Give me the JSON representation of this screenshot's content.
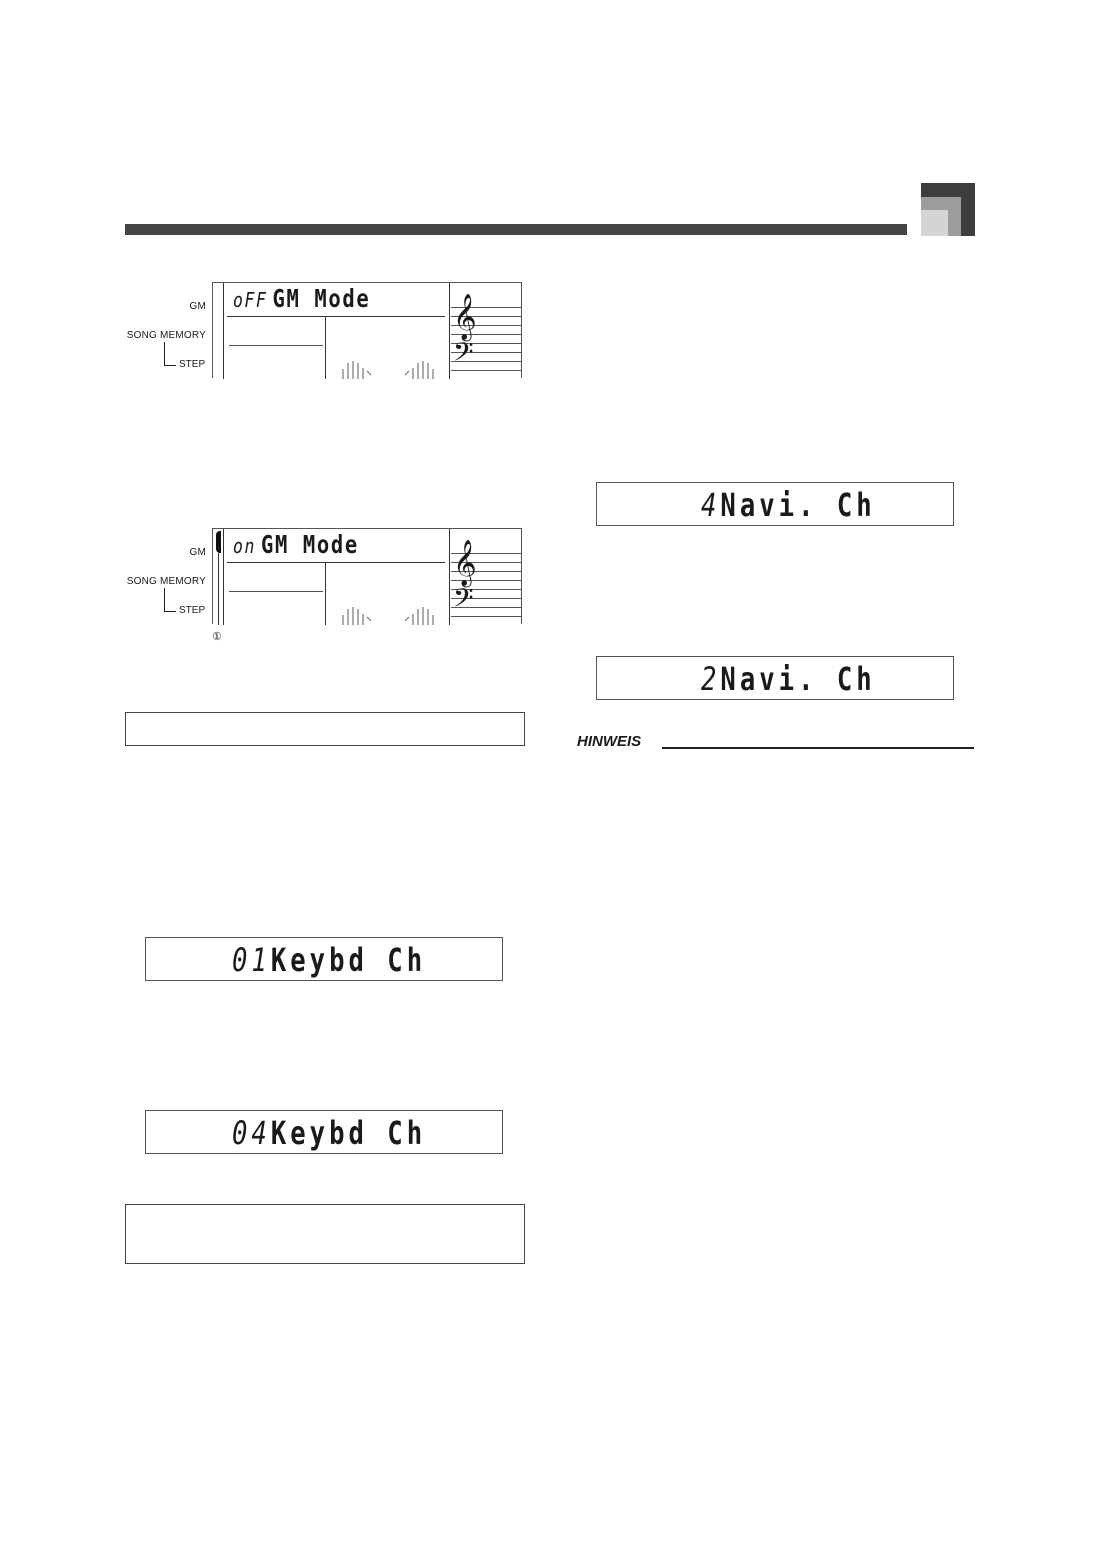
{
  "lcd_labels": {
    "gm": "GM",
    "song_memory": "SONG MEMORY",
    "step": "STEP"
  },
  "display_gm_off": {
    "value": "oFF",
    "text": "GM Mode"
  },
  "display_gm_on": {
    "value": "on",
    "text": "GM Mode",
    "callout": "①"
  },
  "display_keybd_1": {
    "value": "01",
    "text": "Keybd Ch"
  },
  "display_keybd_4": {
    "value": "04",
    "text": "Keybd Ch"
  },
  "display_navi_4": {
    "value": "4",
    "text": "Navi. Ch"
  },
  "display_navi_2": {
    "value": "2",
    "text": "Navi. Ch"
  },
  "note_heading": "HINWEIS"
}
